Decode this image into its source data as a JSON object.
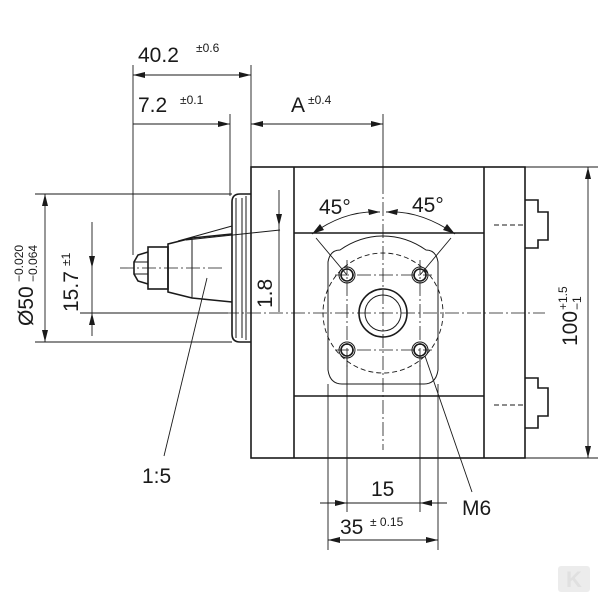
{
  "dimensions": {
    "overall_length": {
      "value": "40.2",
      "tolerance": "±0.6"
    },
    "flange_offset": {
      "value": "7.2",
      "tolerance": "±0.1"
    },
    "port_offset": {
      "value": "A",
      "tolerance": "±0.4"
    },
    "pilot_diameter": {
      "value": "Ø50",
      "tol_upper": "−0.020",
      "tol_lower": "−0.064"
    },
    "shaft_height": {
      "value": "15.7",
      "tolerance": "±1"
    },
    "flange_thickness": {
      "value": "1.8"
    },
    "taper": {
      "value": "1:5"
    },
    "body_height": {
      "value": "100",
      "tol_upper": "+1.5",
      "tol_lower": "−1"
    },
    "angle_left": {
      "value": "45°"
    },
    "angle_right": {
      "value": "45°"
    },
    "port_hole_spacing": {
      "value": "15"
    },
    "port_bolt_spacing": {
      "value": "35",
      "tolerance": "± 0.15"
    },
    "thread": {
      "value": "M6"
    }
  },
  "logo": {
    "label": "K",
    "color": "#e0e0e0"
  }
}
